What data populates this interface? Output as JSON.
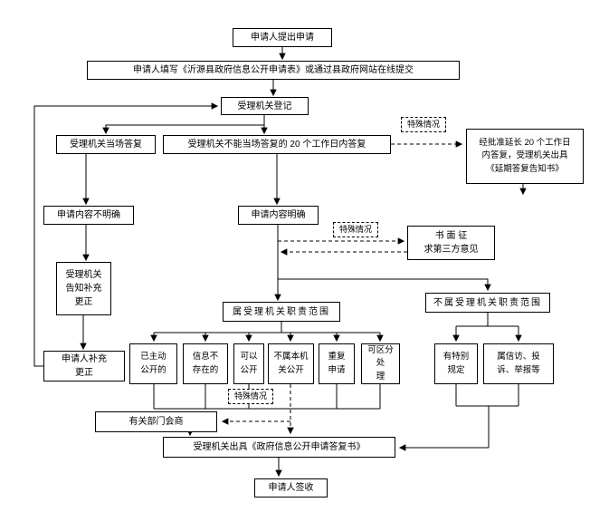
{
  "colors": {
    "line": "#000000",
    "border": "#000000",
    "background": "#ffffff",
    "text": "#000000"
  },
  "nodes": {
    "submit": "申请人提出申请",
    "fill_form": "申请人填写《沂源县政府信息公开申请表》或通过县政府网站在线提交",
    "register": "受理机关登记",
    "onspot_reply": "受理机关当场答复",
    "not_onspot_reply": "受理机关不能当场答复的 20 个工作日内答复",
    "special_case_1": "特殊情况",
    "special_case_2": "特殊情况",
    "special_case_3": "特殊情况",
    "extend_reply": "经批准延长 20 个工作日\n内答复，受理机关出具\n《延期答复告知书》",
    "content_unclear": "申请内容不明确",
    "content_clear": "申请内容明确",
    "third_party": "书 面 征\n求第三方意见",
    "notify_supplement": "受理机关\n告知补充\n更正",
    "applicant_supplement": "申请人补充\n更正",
    "in_scope": "属受理机关职责范围",
    "out_scope": "不属受理机关职责范围",
    "already_public": "已主动\n公开的",
    "info_not_exist": "信息不\n存在的",
    "can_public": "可以\n公开",
    "not_this_org": "不属本机\n关公开",
    "repeat_apply": "重复\n申请",
    "separable": "可区分处\n理",
    "special_rule": "有特别\n规定",
    "petition": "属信访、投\n诉、举报等",
    "consult": "有关部门会商",
    "issue_reply": "受理机关出具《政府信息公开申请答复书》",
    "sign": "申请人签收"
  }
}
